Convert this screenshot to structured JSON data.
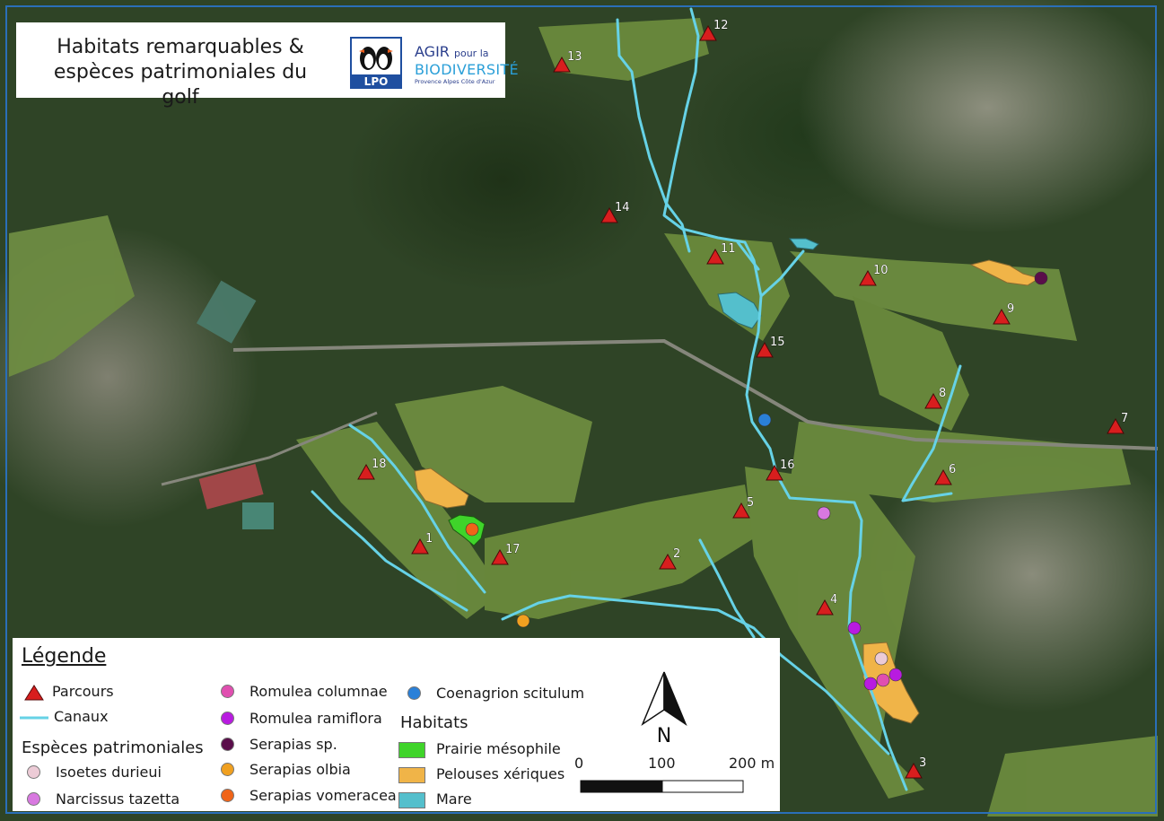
{
  "title": {
    "line1": "Habitats remarquables &",
    "line2": "espèces patrimoniales du golf",
    "lpo_label": "LPO",
    "agir_line1": "AGIR",
    "agir_pour": "pour la",
    "agir_line2": "BIODIVERSITÉ",
    "agir_line3": "Provence Alpes Côte d'Azur"
  },
  "holes": [
    {
      "label": "1"
    },
    {
      "label": "2"
    },
    {
      "label": "3"
    },
    {
      "label": "4"
    },
    {
      "label": "5"
    },
    {
      "label": "6"
    },
    {
      "label": "7"
    },
    {
      "label": "8"
    },
    {
      "label": "9"
    },
    {
      "label": "10"
    },
    {
      "label": "11"
    },
    {
      "label": "12"
    },
    {
      "label": "13"
    },
    {
      "label": "14"
    },
    {
      "label": "15"
    },
    {
      "label": "16"
    },
    {
      "label": "17"
    },
    {
      "label": "18"
    }
  ],
  "legend": {
    "title": "Légende",
    "parcours": "Parcours",
    "canaux": "Canaux",
    "especes_heading": "Espèces patrimoniales",
    "species": [
      {
        "name": "Isoetes durieui",
        "color": "#eccbd6"
      },
      {
        "name": "Narcissus tazetta",
        "color": "#d878e0"
      },
      {
        "name": "Romulea columnae",
        "color": "#e04fb0"
      },
      {
        "name": "Romulea ramiflora",
        "color": "#b81be0"
      },
      {
        "name": "Serapias sp.",
        "color": "#5a0d4a"
      },
      {
        "name": "Serapias olbia",
        "color": "#f0a020"
      },
      {
        "name": "Serapias vomeracea",
        "color": "#f06418"
      },
      {
        "name": "Coenagrion scitulum",
        "color": "#2a80d8"
      }
    ],
    "habitats_heading": "Habitats",
    "habitats": [
      {
        "name": "Prairie mésophile",
        "color": "#3fd42a"
      },
      {
        "name": "Pelouses xériques",
        "color": "#f0b448"
      },
      {
        "name": "Mare",
        "color": "#54bfcc"
      }
    ]
  },
  "north_label": "N",
  "scale": {
    "labels": [
      "0",
      "100",
      "200 m"
    ]
  },
  "colors": {
    "parcours": "#d81e1e",
    "canaux": "#66d2e6",
    "frame": "#2a6fb8"
  }
}
